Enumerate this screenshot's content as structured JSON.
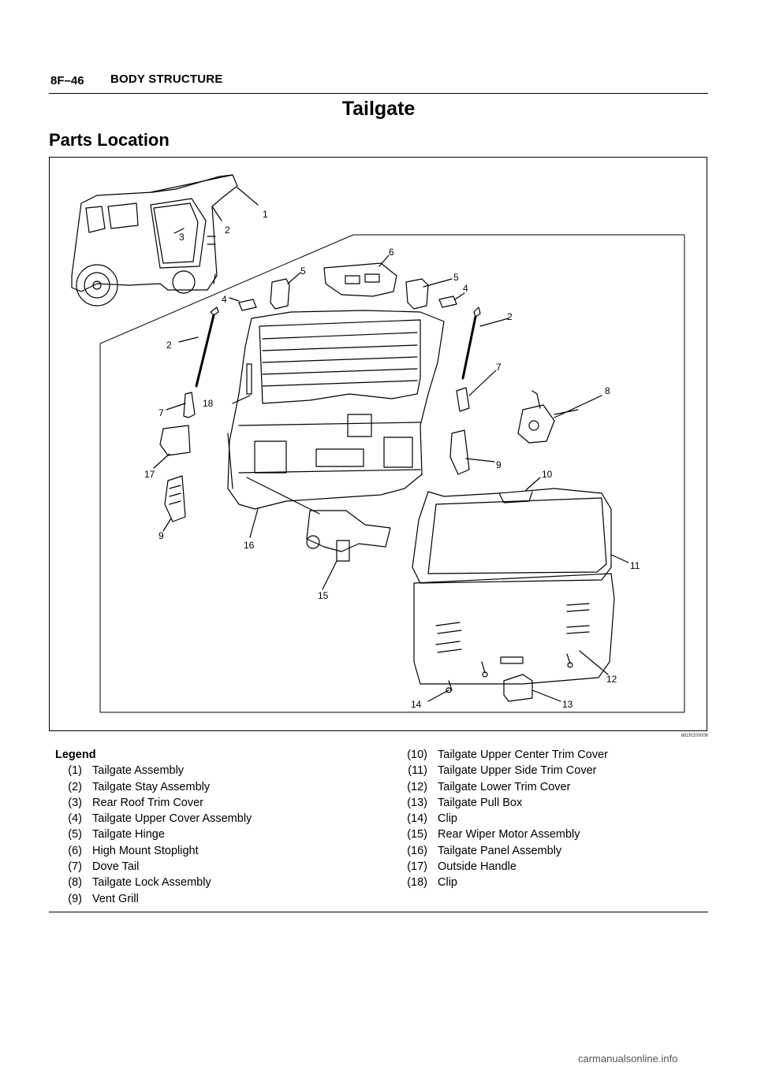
{
  "header": {
    "page_number": "8F–46",
    "section_title": "BODY STRUCTURE"
  },
  "title": "Tailgate",
  "subtitle": "Parts Location",
  "figure": {
    "code": "681R200006",
    "callouts": [
      "1",
      "2",
      "3",
      "5",
      "6",
      "5",
      "4",
      "4",
      "2",
      "2",
      "7",
      "18",
      "7",
      "8",
      "9",
      "17",
      "10",
      "9",
      "16",
      "11",
      "15",
      "12",
      "14",
      "13"
    ]
  },
  "legend": {
    "heading": "Legend",
    "left_items": [
      {
        "num": "(1)",
        "label": "Tailgate Assembly"
      },
      {
        "num": "(2)",
        "label": "Tailgate Stay Assembly"
      },
      {
        "num": "(3)",
        "label": "Rear Roof Trim Cover"
      },
      {
        "num": "(4)",
        "label": "Tailgate Upper Cover Assembly"
      },
      {
        "num": "(5)",
        "label": "Tailgate Hinge"
      },
      {
        "num": "(6)",
        "label": "High Mount Stoplight"
      },
      {
        "num": "(7)",
        "label": "Dove Tail"
      },
      {
        "num": "(8)",
        "label": "Tailgate Lock Assembly"
      },
      {
        "num": "(9)",
        "label": "Vent Grill"
      }
    ],
    "right_items": [
      {
        "num": "(10)",
        "label": "Tailgate Upper Center Trim Cover"
      },
      {
        "num": "(11)",
        "label": "Tailgate Upper Side Trim Cover"
      },
      {
        "num": "(12)",
        "label": "Tailgate Lower Trim Cover"
      },
      {
        "num": "(13)",
        "label": "Tailgate Pull Box"
      },
      {
        "num": "(14)",
        "label": "Clip"
      },
      {
        "num": "(15)",
        "label": "Rear Wiper Motor Assembly"
      },
      {
        "num": "(16)",
        "label": "Tailgate Panel Assembly"
      },
      {
        "num": "(17)",
        "label": "Outside Handle"
      },
      {
        "num": "(18)",
        "label": "Clip"
      }
    ]
  },
  "watermark": {
    "prefix": "carmanualsonline",
    "suffix": "info"
  }
}
